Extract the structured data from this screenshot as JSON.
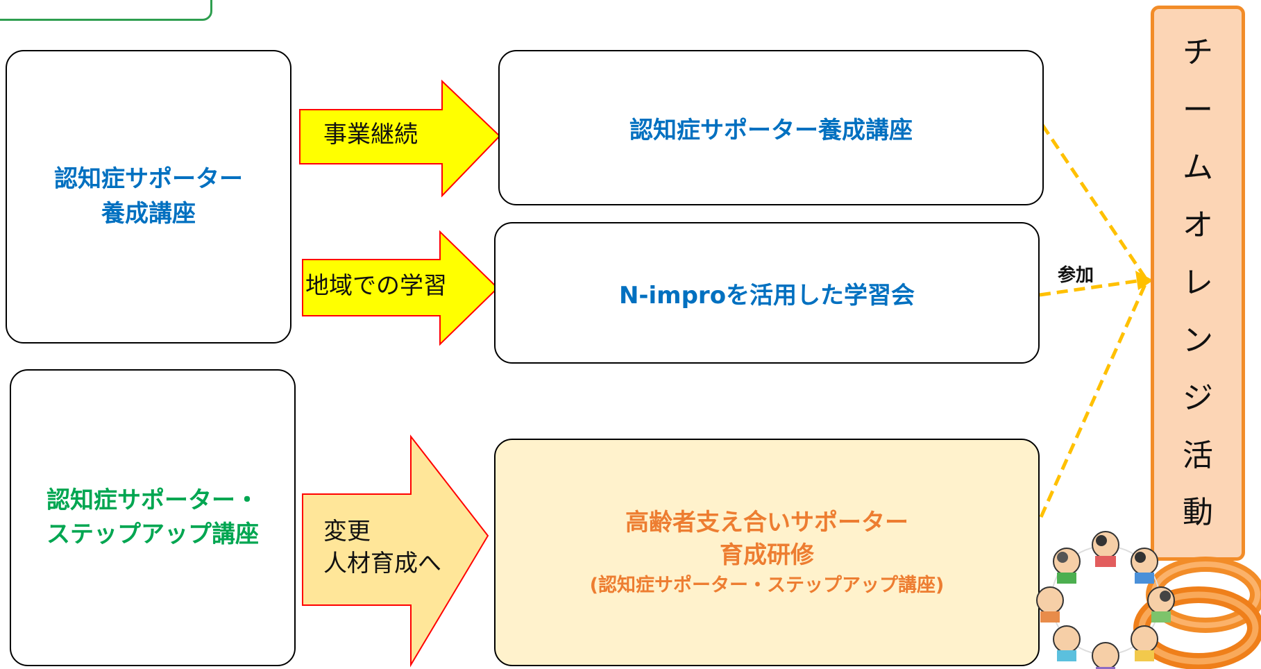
{
  "left_boxes": [
    {
      "line1": "認知症サポーター",
      "line2": "養成講座"
    },
    {
      "line1": "認知症サポーター・",
      "line2": "ステップアップ講座"
    }
  ],
  "arrows": [
    {
      "line1": "事業継続",
      "line2": "",
      "color": "#ffff00"
    },
    {
      "line1": "地域での学習",
      "line2": "",
      "color": "#ffff00"
    },
    {
      "line1": "変更",
      "line2": "人材育成へ",
      "color": "#ffe699"
    }
  ],
  "right_boxes": [
    {
      "line1": "認知症サポーター養成講座",
      "line2": "",
      "line3": ""
    },
    {
      "line1": "N-improを活用した学習会",
      "line2": "",
      "line3": ""
    },
    {
      "line1": "高齢者支え合いサポーター",
      "line2": "育成研修",
      "line3": "(認知症サポーター・ステップアップ講座)"
    }
  ],
  "join_label": "参加",
  "team_orange": {
    "chars": [
      "チ",
      "ー",
      "ム",
      "オ",
      "レ",
      "ン",
      "ジ",
      "活",
      "動"
    ],
    "fill": "#fcd5b5",
    "border": "#f28c28"
  },
  "colors": {
    "blue": "#0070c0",
    "green": "#00a651",
    "orange": "#ed7d31",
    "dash": "#ffc000"
  }
}
